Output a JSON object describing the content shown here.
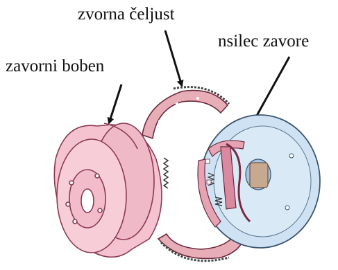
{
  "labels": {
    "brake_shoe": "zvorna čeljust",
    "backing_plate": "nsilec zavore",
    "brake_drum": "zavorni boben"
  },
  "colors": {
    "drum": "#f0b9c7",
    "shoe": "#e8aeb8",
    "plate": "#c9dff2",
    "mechanism": "#d98aa0",
    "ink": "#1a1a1a"
  }
}
